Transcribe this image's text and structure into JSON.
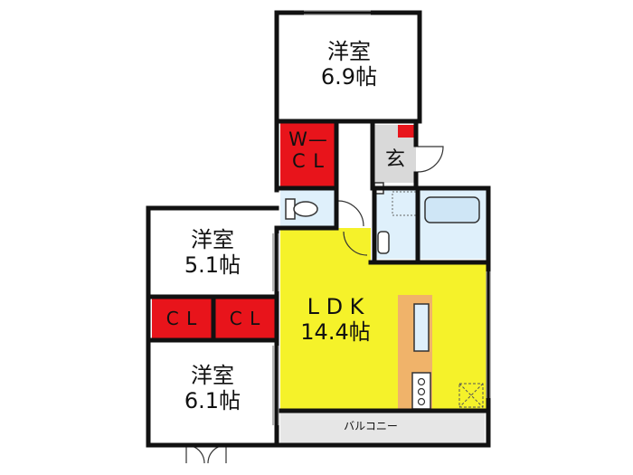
{
  "rooms": {
    "western_top": {
      "name": "洋室",
      "size": "6.9帖"
    },
    "walk_in_closet": {
      "line1": "W—",
      "line2": "C L"
    },
    "entrance": {
      "name": "玄"
    },
    "western_mid": {
      "name": "洋室",
      "size": "5.1帖"
    },
    "closet_left": {
      "name": "C L"
    },
    "closet_right": {
      "name": "C L"
    },
    "ldk": {
      "name": "L D K",
      "size": "14.4帖"
    },
    "western_bottom": {
      "name": "洋室",
      "size": "6.1帖"
    },
    "balcony": {
      "name": "バルコニー"
    }
  },
  "colors": {
    "wall": "#111111",
    "closet": "#e8141b",
    "ldk": "#f5f22a",
    "wet_area": "#dff0fb",
    "balcony": "#e6e6e6",
    "entrance": "#d9d9d9",
    "kitchen_counter": "#f0b36a"
  }
}
